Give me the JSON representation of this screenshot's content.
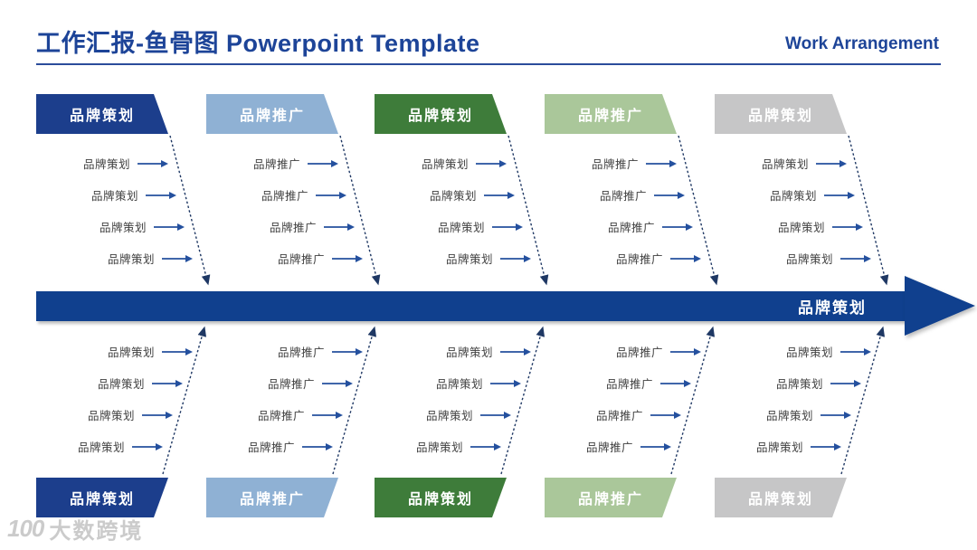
{
  "title": {
    "text": "工作汇报-鱼骨图 Powerpoint Template",
    "right_text": "Work Arrangement"
  },
  "spine": {
    "label": "品牌策划"
  },
  "colors": {
    "title": "#1D4498",
    "underline": "#2B4C9B",
    "spine": "#10408E",
    "item_text": "#3F3F3F",
    "arrow": "#24509E",
    "bone": "#1F3864"
  },
  "branches": {
    "top": [
      {
        "label": "品牌策划",
        "color": "#1C3E8C",
        "items": [
          "品牌策划",
          "品牌策划",
          "品牌策划",
          "品牌策划"
        ]
      },
      {
        "label": "品牌推广",
        "color": "#8FB1D4",
        "items": [
          "品牌推广",
          "品牌推广",
          "品牌推广",
          "品牌推广"
        ]
      },
      {
        "label": "品牌策划",
        "color": "#3E7C3A",
        "items": [
          "品牌策划",
          "品牌策划",
          "品牌策划",
          "品牌策划"
        ]
      },
      {
        "label": "品牌推广",
        "color": "#AAC79A",
        "items": [
          "品牌推广",
          "品牌推广",
          "品牌推广",
          "品牌推广"
        ]
      },
      {
        "label": "品牌策划",
        "color": "#C6C6C7",
        "items": [
          "品牌策划",
          "品牌策划",
          "品牌策划",
          "品牌策划"
        ]
      }
    ],
    "bottom": [
      {
        "label": "品牌策划",
        "color": "#1C3E8C",
        "items": [
          "品牌策划",
          "品牌策划",
          "品牌策划",
          "品牌策划"
        ]
      },
      {
        "label": "品牌推广",
        "color": "#8FB1D4",
        "items": [
          "品牌推广",
          "品牌推广",
          "品牌推广",
          "品牌推广"
        ]
      },
      {
        "label": "品牌策划",
        "color": "#3E7C3A",
        "items": [
          "品牌策划",
          "品牌策划",
          "品牌策划",
          "品牌策划"
        ]
      },
      {
        "label": "品牌推广",
        "color": "#AAC79A",
        "items": [
          "品牌推广",
          "品牌推广",
          "品牌推广",
          "品牌推广"
        ]
      },
      {
        "label": "品牌策划",
        "color": "#C6C6C7",
        "items": [
          "品牌策划",
          "品牌策划",
          "品牌策划",
          "品牌策划"
        ]
      }
    ]
  },
  "watermark": {
    "logo": "100",
    "text": "大数跨境"
  }
}
